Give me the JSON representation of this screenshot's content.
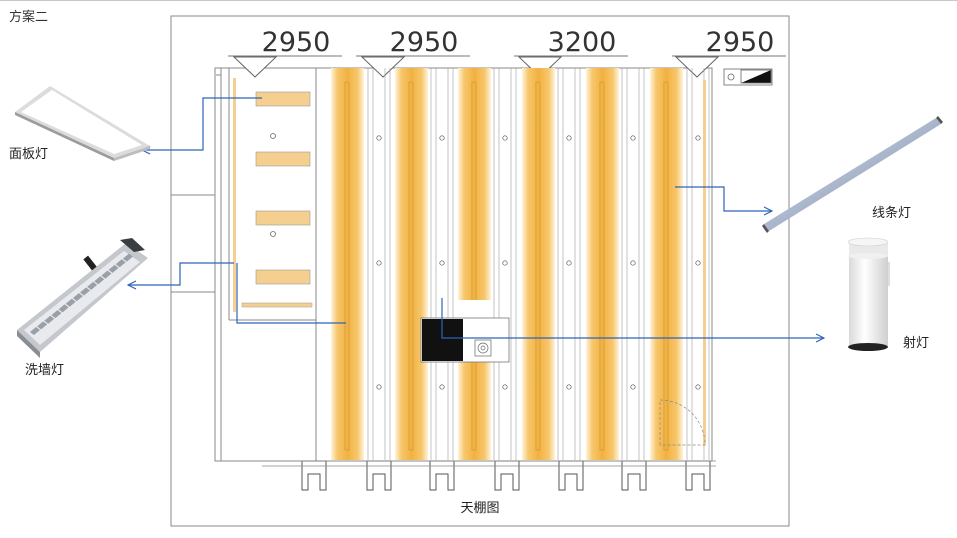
{
  "title": "方案二",
  "dimensions": [
    "2950",
    "2950",
    "3200",
    "2950"
  ],
  "fixtures": {
    "panel_light": "面板灯",
    "wall_washer": "洗墙灯",
    "linear_light": "线条灯",
    "spotlight": "射灯"
  },
  "caption": "天棚图",
  "colors": {
    "leader": "#2f63b7",
    "glow": "#f2b84a",
    "panel": "#f5cf8f",
    "line": "#777777"
  }
}
